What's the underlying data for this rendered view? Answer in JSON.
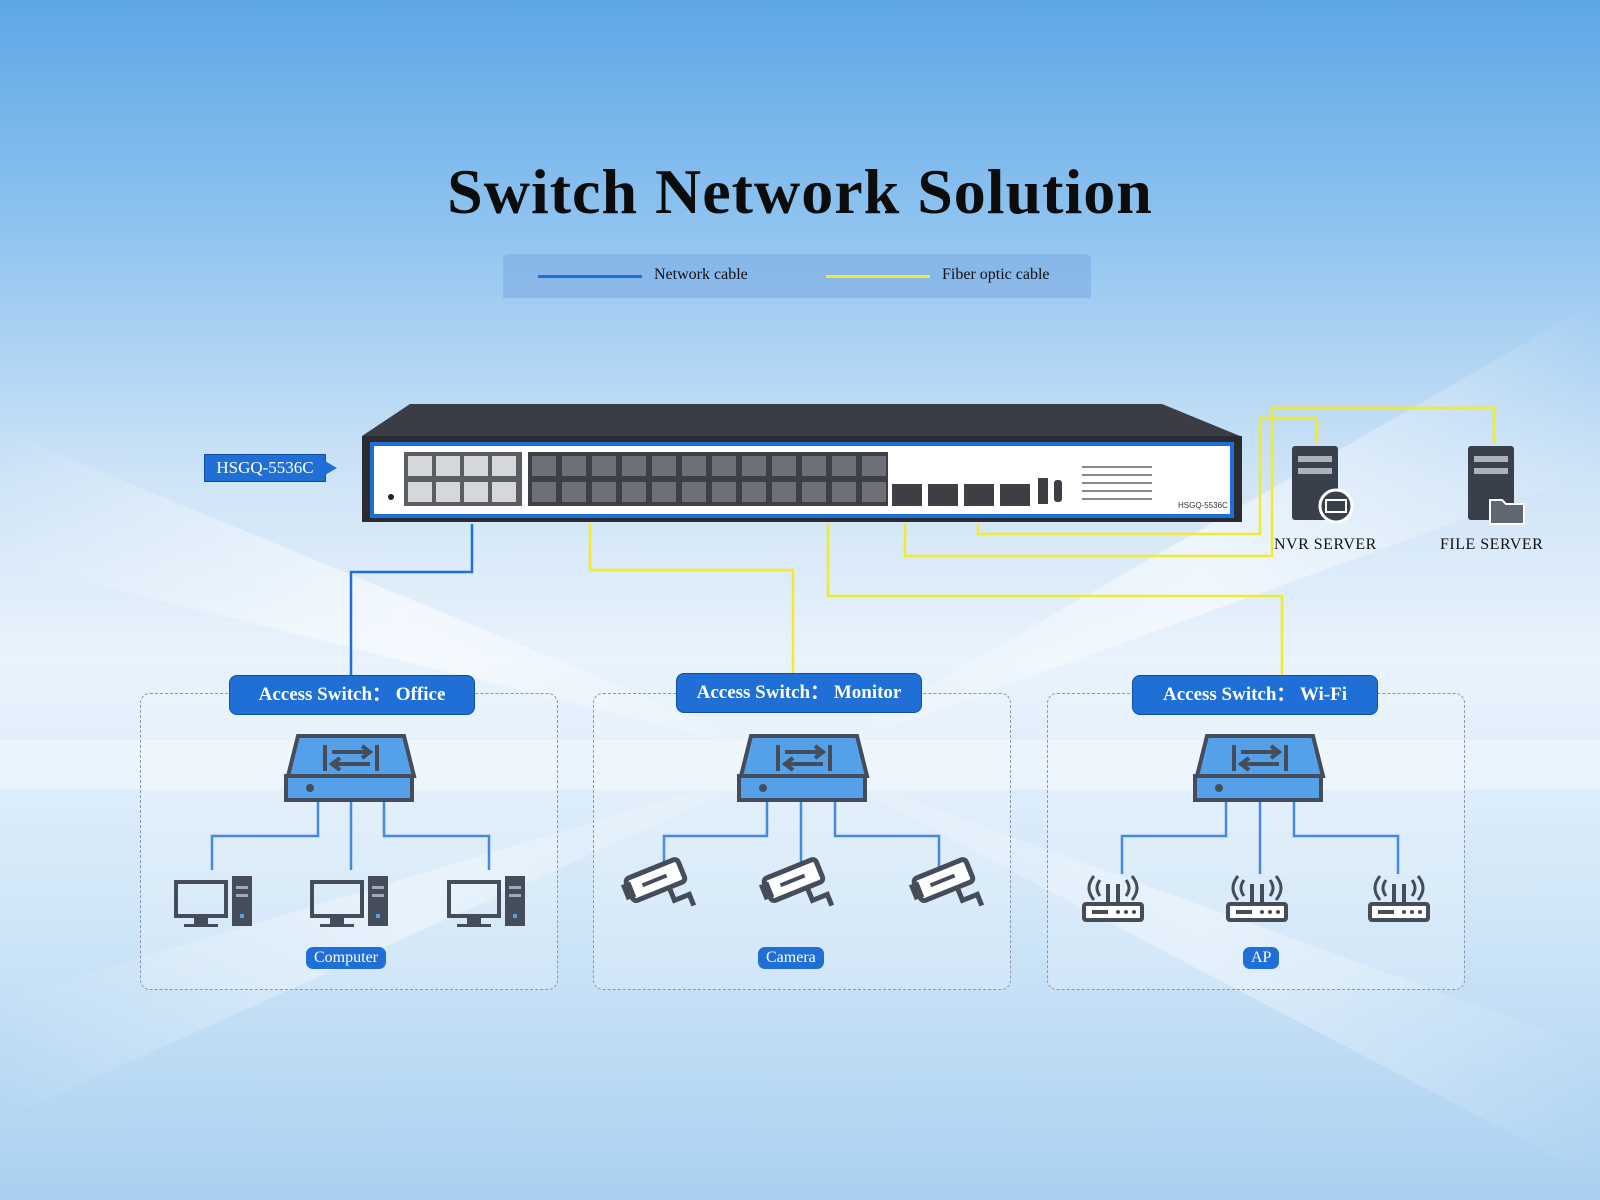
{
  "title": "Switch Network Solution",
  "legend": {
    "network_cable": "Network cable",
    "fiber_cable": "Fiber optic cable",
    "network_color": "#1f6fd6",
    "fiber_color": "#f2ea2c"
  },
  "core_switch": {
    "model": "HSGQ-5536C",
    "panel_model": "HSGQ-5536C"
  },
  "servers": {
    "nvr": "NVR SERVER",
    "file": "FILE SERVER"
  },
  "groups": [
    {
      "title": "Access Switch： Office",
      "device_label": "Computer"
    },
    {
      "title": "Access Switch： Monitor",
      "device_label": "Camera"
    },
    {
      "title": "Access Switch： Wi-Fi",
      "device_label": "AP"
    }
  ]
}
